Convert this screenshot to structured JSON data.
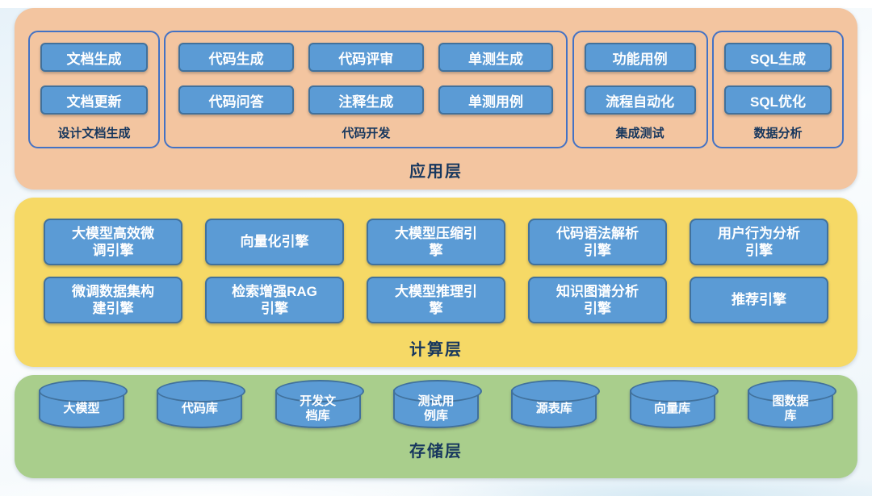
{
  "layers": {
    "application": {
      "label": "应用层",
      "groups": [
        {
          "label": "设计文档生成",
          "items": [
            "文档生成",
            "文档更新"
          ]
        },
        {
          "label": "代码开发",
          "items": [
            "代码生成",
            "代码评审",
            "单测生成",
            "代码问答",
            "注释生成",
            "单测用例"
          ]
        },
        {
          "label": "集成测试",
          "items": [
            "功能用例",
            "流程自动化"
          ]
        },
        {
          "label": "数据分析",
          "items": [
            "SQL生成",
            "SQL优化"
          ]
        }
      ]
    },
    "computing": {
      "label": "计算层",
      "items": [
        "大模型高效微调引擎",
        "向量化引擎",
        "大模型压缩引擎",
        "代码语法解析引擎",
        "用户行为分析引擎",
        "微调数据集构建引擎",
        "检索增强RAG引擎",
        "大模型推理引擎",
        "知识图谱分析引擎",
        "推荐引擎"
      ]
    },
    "storage": {
      "label": "存储层",
      "items": [
        "大模型",
        "代码库",
        "开发文档库",
        "测试用例库",
        "源表库",
        "向量库",
        "图数据库"
      ]
    }
  },
  "colors": {
    "application_bg": "#F3C5A0",
    "computing_bg": "#F6D966",
    "storage_bg": "#A9CE8C",
    "node_fill": "#5B9BD5",
    "node_border": "#41719C",
    "group_border": "#4472C4",
    "label_text": "#17375E"
  }
}
